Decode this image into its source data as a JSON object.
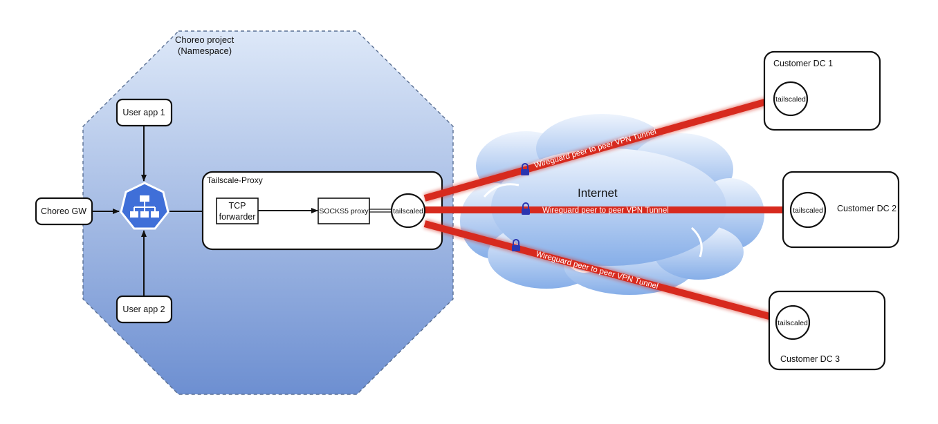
{
  "namespace": {
    "title_line1": "Choreo project",
    "title_line2": "(Namespace)"
  },
  "gateway": {
    "label": "Choreo GW"
  },
  "user_app_1": {
    "label": "User app 1"
  },
  "user_app_2": {
    "label": "User app 2"
  },
  "proxy": {
    "title": "Tailscale-Proxy",
    "tcp_line1": "TCP",
    "tcp_line2": "forwarder",
    "socks": "SOCKS5 proxy",
    "node": "tailscaled"
  },
  "internet": {
    "label": "Internet"
  },
  "tunnels": [
    {
      "label": "Wireguard peer to peer VPN Tunnel"
    },
    {
      "label": "Wireguard peer to peer VPN Tunnel"
    },
    {
      "label": "Wireguard peer to peer VPN Tunnel"
    }
  ],
  "customers": [
    {
      "name": "Customer DC 1",
      "node": "tailscaled"
    },
    {
      "name": "Customer DC 2",
      "node": "tailscaled"
    },
    {
      "name": "Customer DC 3",
      "node": "tailscaled"
    }
  ],
  "colors": {
    "namespace_top": "#dde8f8",
    "namespace_bottom": "#6d8fd1",
    "k8s_icon": "#3f6fd8",
    "tunnel": "#d72a1e",
    "lock": "#2b35b0",
    "cloud_top": "#e9f1fd",
    "cloud_bottom": "#87b0e8"
  },
  "icons": {
    "service": "kubernetes-service-icon",
    "lock": "lock-icon"
  }
}
